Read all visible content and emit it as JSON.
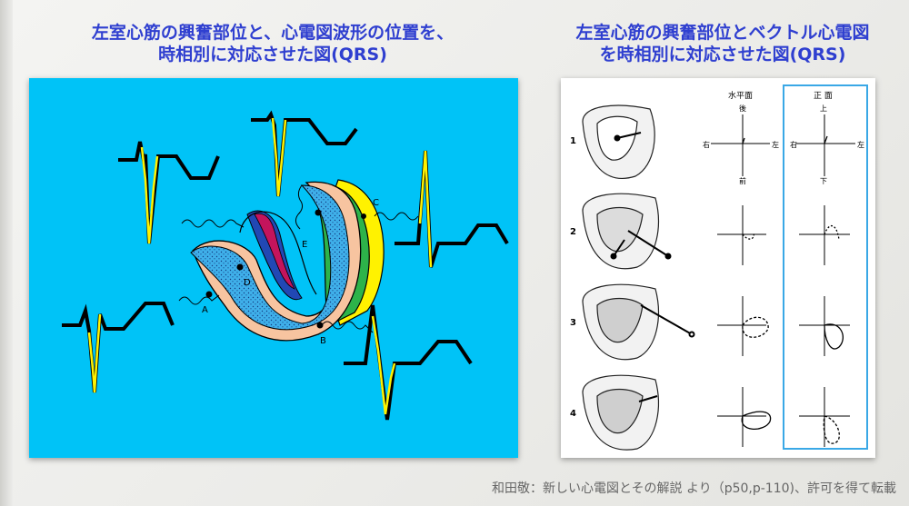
{
  "titles": {
    "left": "左室心筋の興奮部位と、心電図波形の位置を、\n時相別に対応させた図(QRS)",
    "right": "左室心筋の興奮部位とベクトル心電図\nを時相別に対応させた図(QRS)"
  },
  "left_diagram": {
    "point_labels": [
      "A",
      "B",
      "C",
      "D",
      "E"
    ]
  },
  "right_diagram": {
    "column_headers": {
      "horizontal": "水平面",
      "frontal": "正 面"
    },
    "axis_labels": {
      "back": "後",
      "front": "前",
      "right": "右",
      "left": "左",
      "up": "上",
      "down": "下"
    },
    "row_numbers": [
      "1",
      "2",
      "3",
      "4"
    ]
  },
  "credit": "和田敬：新しい心電図とその解説 より（p50,p-110)、許可を得て転載",
  "colors": {
    "accent_text": "#2f3fd0",
    "left_bg": "#00c3f7",
    "frame": "#3aa8e6"
  }
}
